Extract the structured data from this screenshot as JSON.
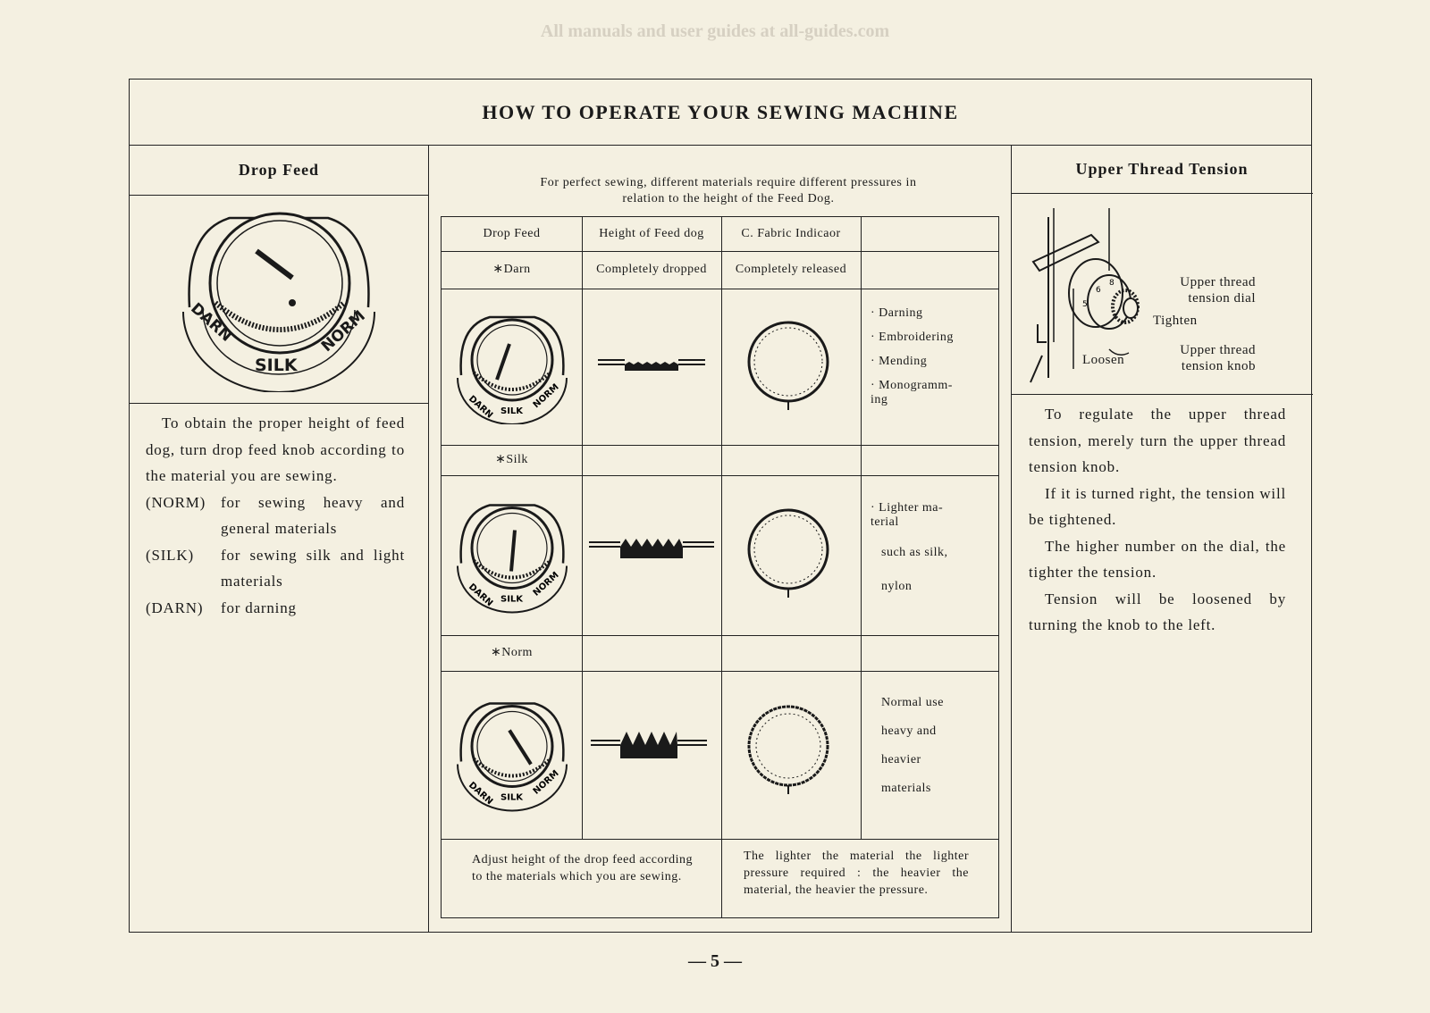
{
  "watermark": "All manuals and user guides at all-guides.com",
  "title": "HOW TO OPERATE YOUR SEWING MACHINE",
  "left": {
    "heading": "Drop Feed",
    "dial_labels": [
      "DARN",
      "SILK",
      "NORM"
    ],
    "intro": "To obtain the proper height of feed dog, turn drop feed knob according to the material you are sewing.",
    "definitions": [
      {
        "key": "(NORM)",
        "value": "for sewing heavy and general materials"
      },
      {
        "key": "(SILK)",
        "value": "for sewing silk and light materials"
      },
      {
        "key": "(DARN)",
        "value": "for darning"
      }
    ]
  },
  "middle": {
    "intro": "For perfect sewing, different materials require different pressures in relation to the height of the Feed Dog.",
    "table": {
      "headers": [
        "Drop Feed",
        "Height of Feed dog",
        "C. Fabric Indicaor",
        ""
      ],
      "rows": [
        {
          "setting": "∗Darn",
          "height": "Completely dropped",
          "indicator": "Completely released",
          "uses": [
            "· Darning",
            "· Embroidering",
            "· Mending",
            "· Monogramm- ing"
          ]
        },
        {
          "setting": "∗Silk",
          "height": "",
          "indicator": "",
          "uses": [
            "· Lighter ma- terial",
            "such as silk,",
            "nylon"
          ]
        },
        {
          "setting": "∗Norm",
          "height": "",
          "indicator": "",
          "uses": [
            "Normal use",
            "heavy and",
            "heavier",
            "materials"
          ]
        }
      ],
      "footer_left": "Adjust height of the drop feed according to the materials which you are sewing.",
      "footer_right": "The lighter the material the lighter pressure required : the heavier the material, the heavier the pressure."
    }
  },
  "right": {
    "heading": "Upper Thread Tension",
    "callouts": {
      "dial": "Upper thread tension dial",
      "tighten": "Tighten",
      "loosen": "Loosen",
      "knob": "Upper thread tension knob"
    },
    "paragraphs": [
      "To regulate the upper thread tension, merely turn the upper thread tension knob.",
      "If it is turned right, the tension will be tightened.",
      "The higher number on the dial, the tighter the tension.",
      "Tension will be loosened by turning the knob to the left."
    ]
  },
  "page_number": "— 5 —"
}
